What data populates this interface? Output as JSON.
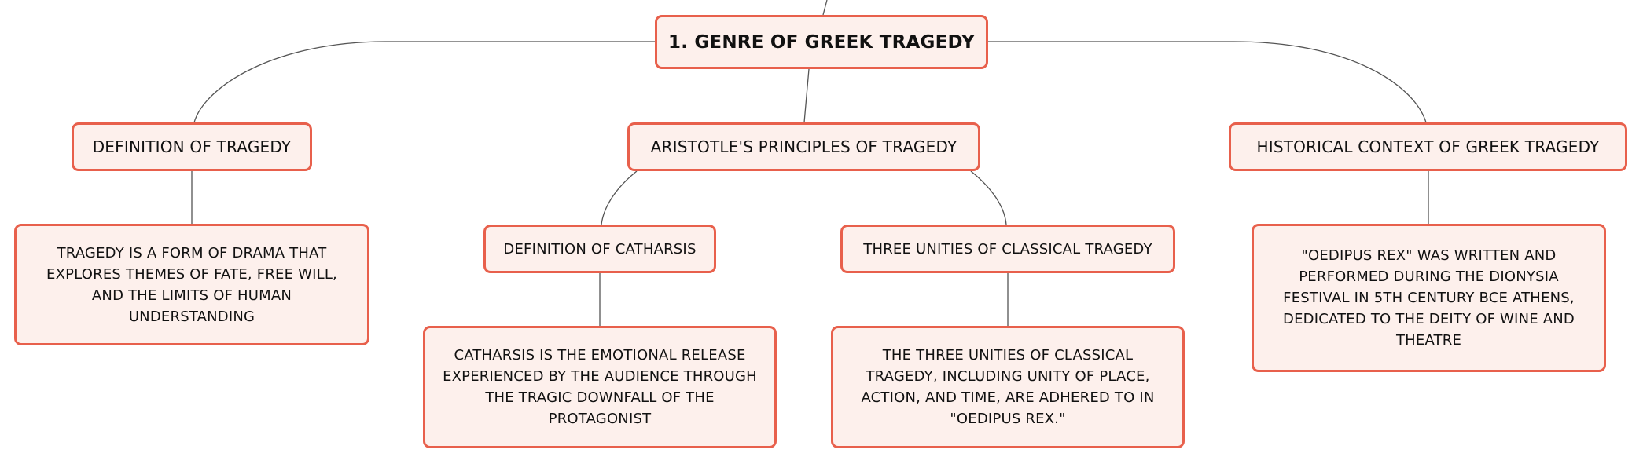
{
  "diagram": {
    "root": {
      "label": "1. GENRE OF GREEK TRAGEDY"
    },
    "definition": {
      "label": "DEFINITION OF TRAGEDY",
      "detail": "TRAGEDY IS A FORM OF DRAMA THAT EXPLORES THEMES OF FATE, FREE WILL, AND THE LIMITS OF HUMAN UNDERSTANDING"
    },
    "aristotle": {
      "label": "ARISTOTLE'S PRINCIPLES OF TRAGEDY",
      "catharsis": {
        "label": "DEFINITION OF CATHARSIS",
        "detail": "CATHARSIS IS THE EMOTIONAL RELEASE EXPERIENCED BY THE AUDIENCE THROUGH THE TRAGIC DOWNFALL OF THE PROTAGONIST"
      },
      "unities": {
        "label": "THREE UNITIES OF CLASSICAL TRAGEDY",
        "detail": "THE THREE UNITIES OF CLASSICAL TRAGEDY, INCLUDING UNITY OF PLACE, ACTION, AND TIME, ARE ADHERED TO IN \"OEDIPUS REX.\""
      }
    },
    "history": {
      "label": "HISTORICAL CONTEXT OF GREEK TRAGEDY",
      "detail": "\"OEDIPUS REX\" WAS WRITTEN AND PERFORMED DURING THE DIONYSIA FESTIVAL IN 5TH CENTURY BCE ATHENS, DEDICATED TO THE DEITY OF WINE AND THEATRE"
    }
  },
  "colors": {
    "node_border": "#e8604c",
    "node_fill": "#fdf0ec",
    "connector": "#555555",
    "text": "#111111"
  }
}
